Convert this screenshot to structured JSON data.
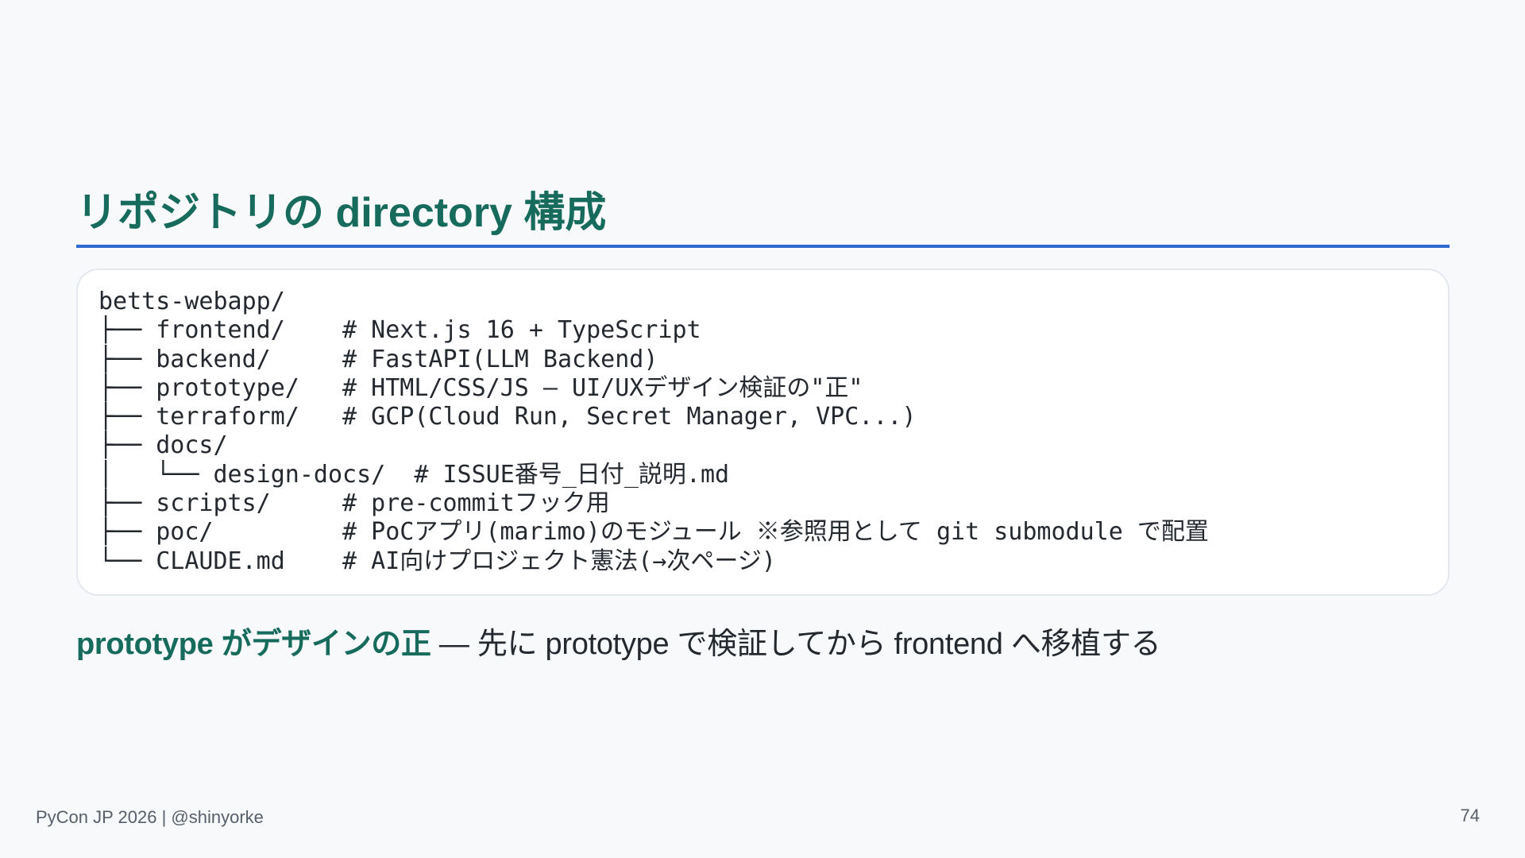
{
  "slide": {
    "title": "リポジトリの directory 構成"
  },
  "tree": {
    "lines": [
      "betts-webapp/",
      "├── frontend/    # Next.js 16 + TypeScript",
      "├── backend/     # FastAPI(LLM Backend)",
      "├── prototype/   # HTML/CSS/JS — UI/UXデザイン検証の\"正\"",
      "├── terraform/   # GCP(Cloud Run, Secret Manager, VPC...)",
      "├── docs/",
      "│   └── design-docs/  # ISSUE番号_日付_説明.md",
      "├── scripts/     # pre-commitフック用",
      "├── poc/         # PoCアプリ(marimo)のモジュール ※参照用として git submodule で配置",
      "└── CLAUDE.md    # AI向けプロジェクト憲法(→次ページ)"
    ]
  },
  "summary": {
    "emphasis": "prototype がデザインの正",
    "rest": " — 先に prototype で検証してから frontend へ移植する"
  },
  "footer": {
    "left": "PyCon JP 2026 | @shinyorke",
    "page_number": "74"
  },
  "colors": {
    "title": "#176b5d",
    "rule": "#2f6ad0",
    "background": "#f7f9fb",
    "card": "#ffffff",
    "text": "#24292f",
    "muted": "#57606a"
  }
}
